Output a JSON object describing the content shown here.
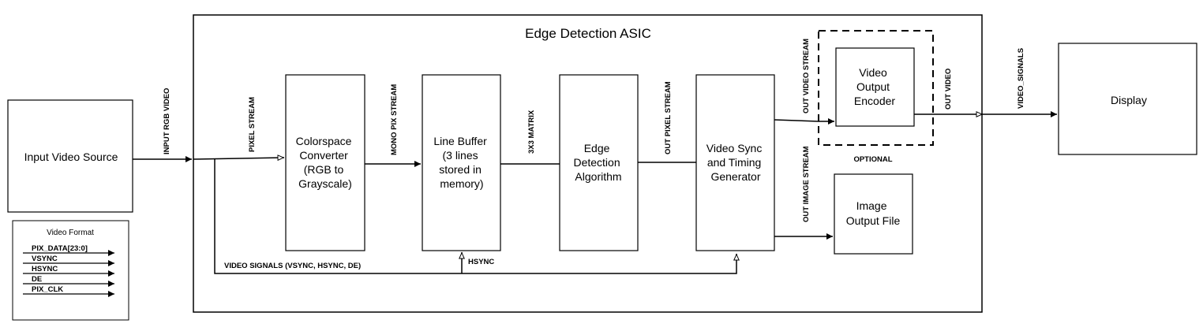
{
  "asic_title": "Edge Detection ASIC",
  "blocks": {
    "input_source": [
      "Input Video Source"
    ],
    "colorspace": [
      "Colorspace",
      "Converter",
      "(RGB to",
      "Grayscale)"
    ],
    "line_buffer": [
      "Line Buffer",
      "(3 lines",
      "stored in",
      "memory)"
    ],
    "edge_algo": [
      "Edge",
      "Detection",
      "Algorithm"
    ],
    "video_sync": [
      "Video Sync",
      "and Timing",
      "Generator"
    ],
    "video_encoder": [
      "Video",
      "Output",
      "Encoder"
    ],
    "image_file": [
      "Image",
      "Output File"
    ],
    "display": [
      "Display"
    ]
  },
  "signals": {
    "input_rgb": "INPUT RGB VIDEO",
    "pixel_stream": "PIXEL STREAM",
    "mono_pix": "MONO PIX STREAM",
    "matrix": "3X3 MATRIX",
    "out_pixel": "OUT PIXEL STREAM",
    "out_video_stream": "OUT VIDEO STREAM",
    "out_image_stream": "OUT IMAGE STREAM",
    "out_video": "OUT VIDEO",
    "video_signals_out": "VIDEO_SIGNALS",
    "video_signals_bus": "VIDEO SIGNALS (VSYNC, HSYNC, DE)",
    "hsync": "HSYNC",
    "optional": "OPTIONAL"
  },
  "legend": {
    "title": "Video Format",
    "items": [
      "PIX_DATA[23:0]",
      "VSYNC",
      "HSYNC",
      "DE",
      "PIX_CLK"
    ]
  }
}
